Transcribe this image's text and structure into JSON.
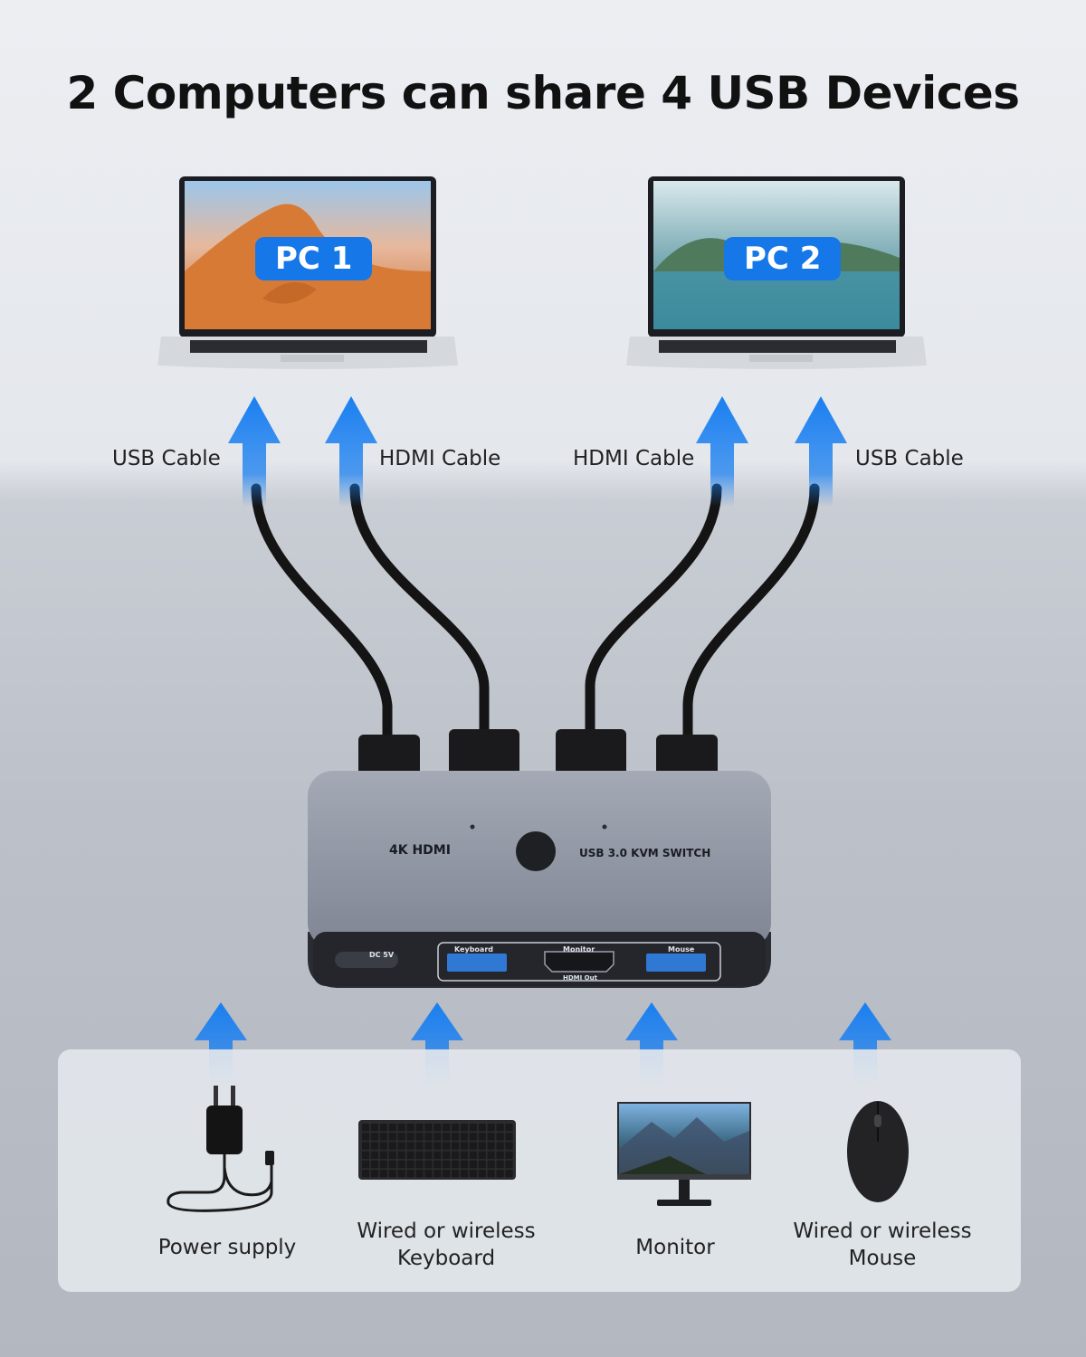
{
  "title": "2 Computers can share 4 USB Devices",
  "computers": [
    {
      "badge": "PC 1"
    },
    {
      "badge": "PC 2"
    }
  ],
  "cables": [
    {
      "label": "USB Cable"
    },
    {
      "label": "HDMI Cable"
    },
    {
      "label": "HDMI Cable"
    },
    {
      "label": "USB Cable"
    }
  ],
  "kvm_switch": {
    "left_marking": "4K HDMI",
    "right_marking": "USB 3.0 KVM SWITCH",
    "ports": {
      "power": "DC 5V",
      "keyboard": "Keyboard",
      "monitor": "Monitor",
      "hdmi_out": "HDMI Out",
      "mouse": "Mouse"
    }
  },
  "devices": [
    {
      "line1": "Power supply",
      "line2": ""
    },
    {
      "line1": "Wired or wireless",
      "line2": "Keyboard"
    },
    {
      "line1": "Monitor",
      "line2": ""
    },
    {
      "line1": "Wired or wireless",
      "line2": "Mouse"
    }
  ],
  "colors": {
    "accent_blue": "#1577e8",
    "arrow_blue": "#1a7ff0",
    "cable_black": "#141414",
    "kvm_body": "#8d93a1"
  }
}
